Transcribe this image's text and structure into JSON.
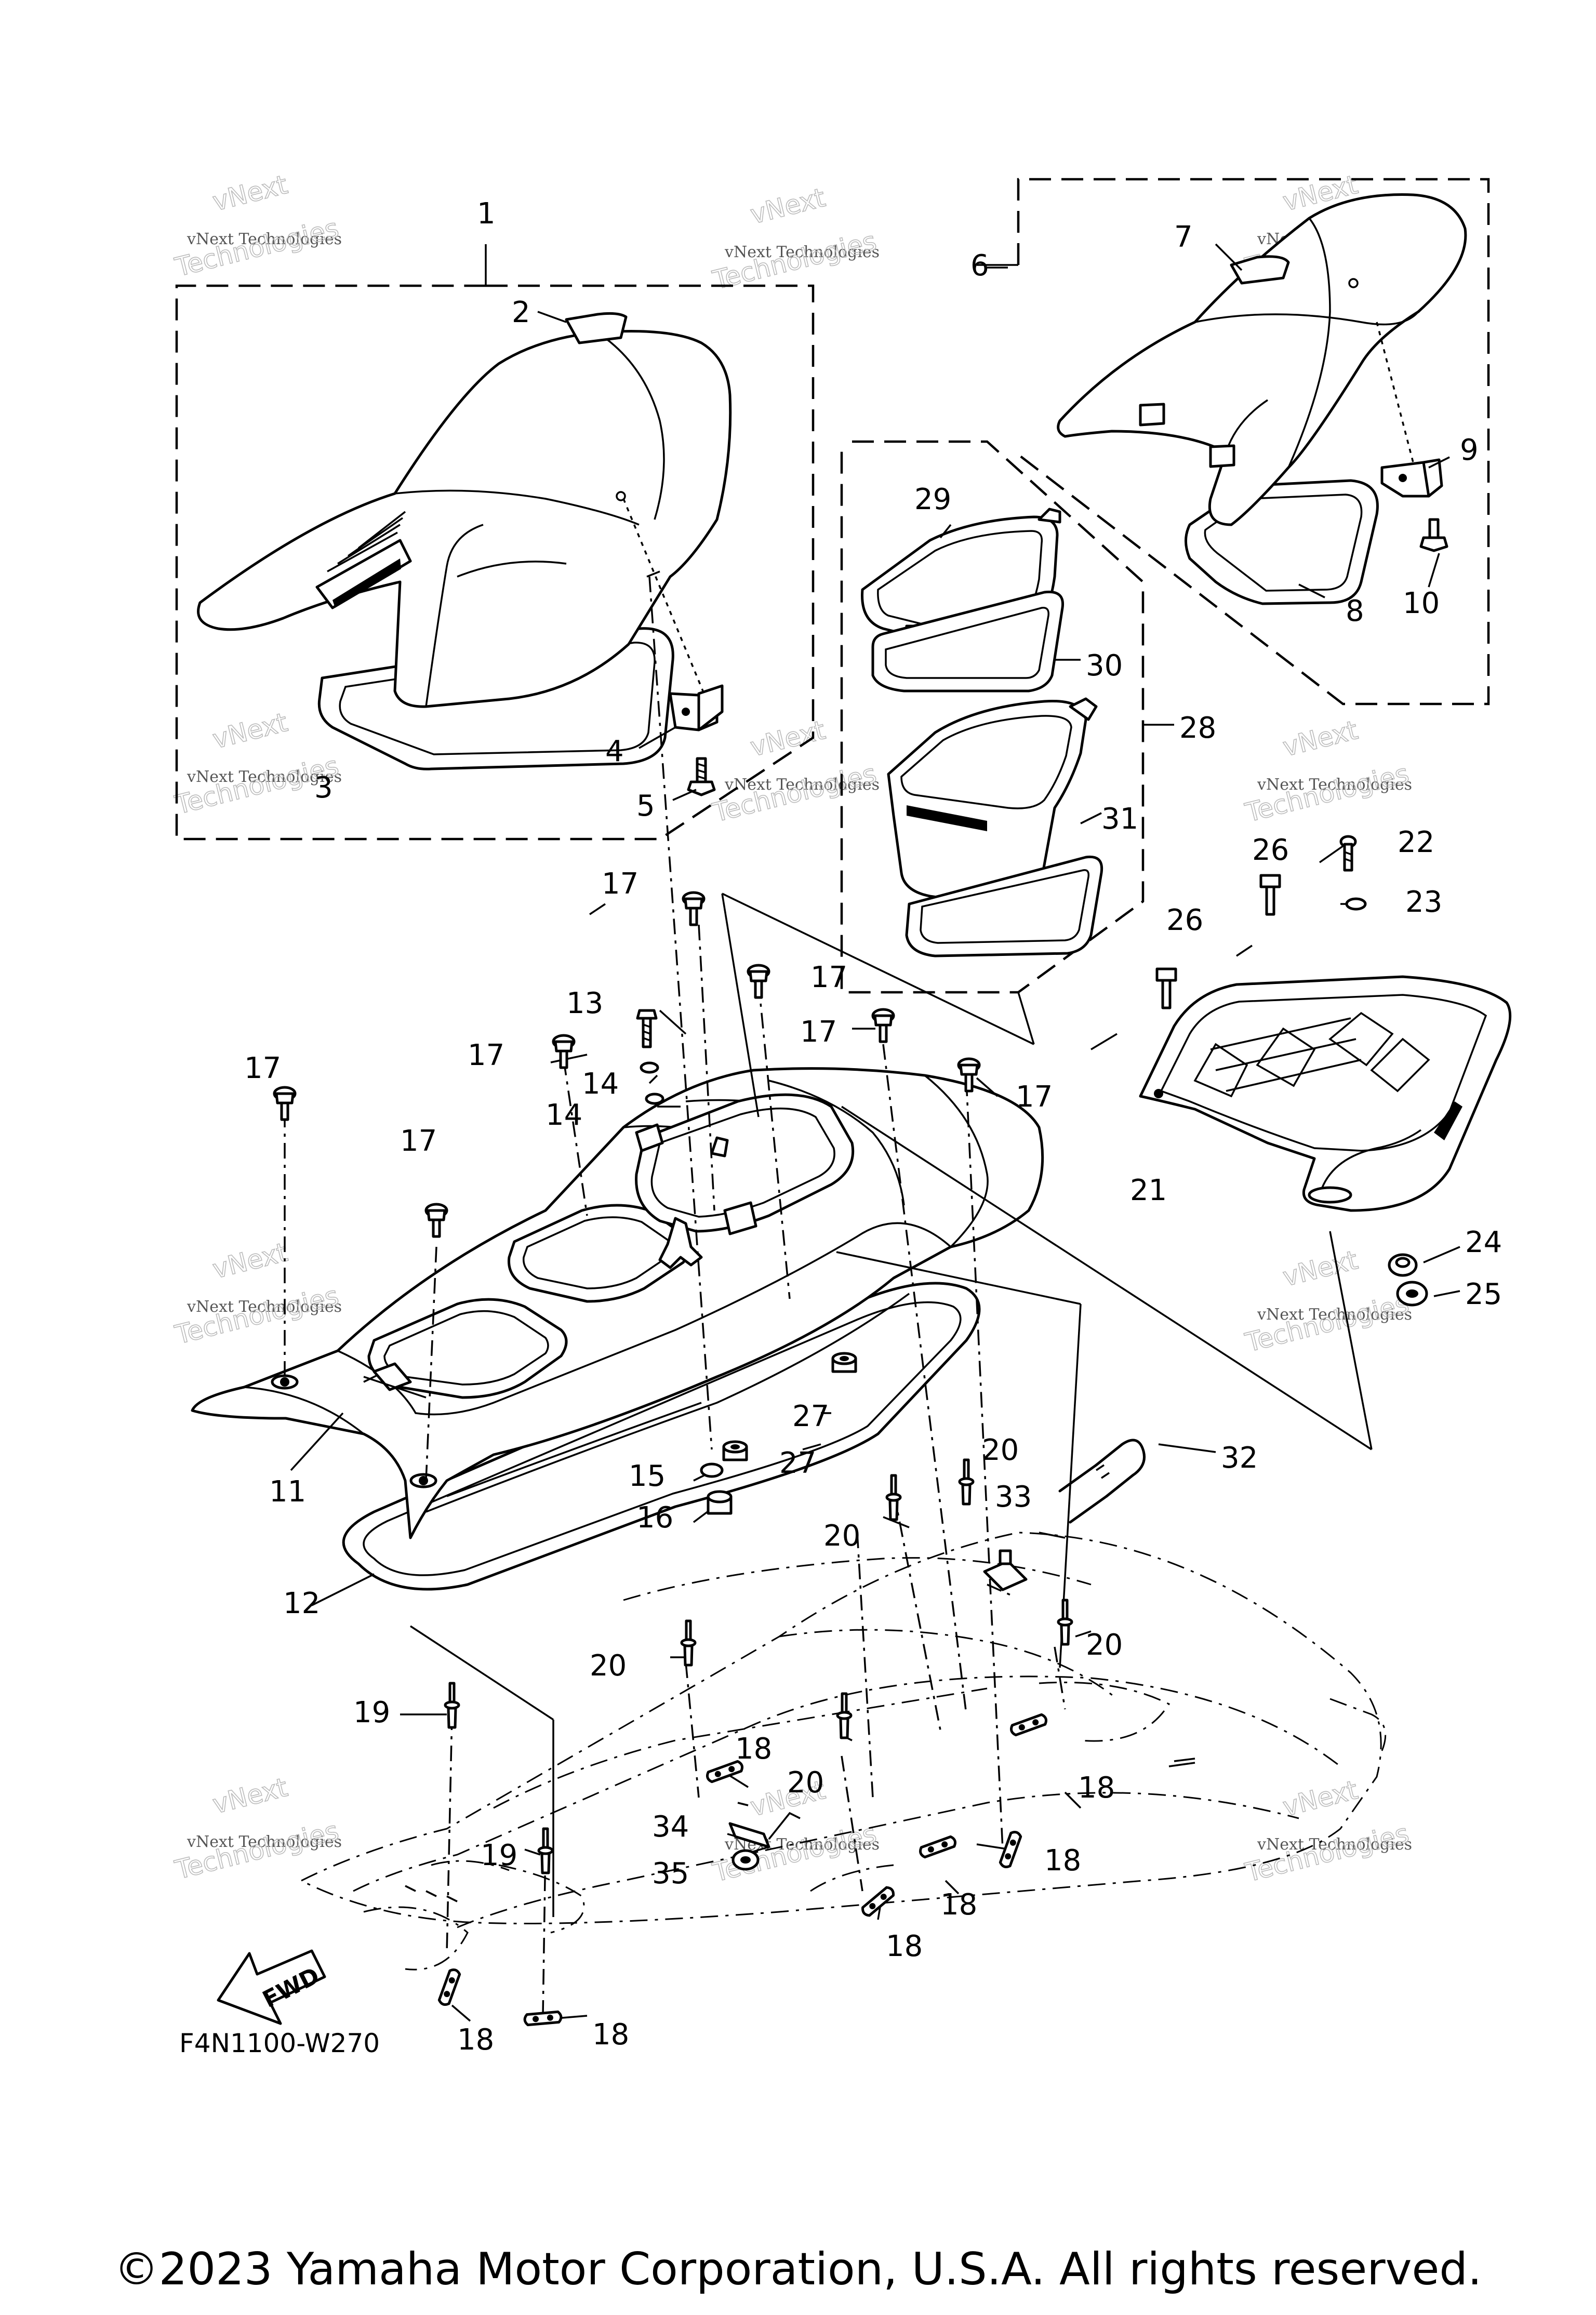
{
  "callouts": {
    "n1": "1",
    "n2": "2",
    "n3": "3",
    "n4": "4",
    "n5": "5",
    "n6": "6",
    "n7": "7",
    "n8": "8",
    "n9": "9",
    "n10": "10",
    "n11": "11",
    "n12": "12",
    "n13": "13",
    "n14": "14",
    "n15": "15",
    "n16": "16",
    "n17": "17",
    "n18": "18",
    "n19": "19",
    "n20": "20",
    "n21": "21",
    "n22": "22",
    "n23": "23",
    "n24": "24",
    "n25": "25",
    "n26": "26",
    "n27": "27",
    "n28": "28",
    "n29": "29",
    "n30": "30",
    "n31": "31",
    "n32": "32",
    "n33": "33",
    "n34": "34",
    "n35": "35"
  },
  "fwd_label": "FWD",
  "figure_code": "F4N1100-W270",
  "watermark": {
    "line1": "vNext",
    "line2": "vNext Technologies",
    "line3": "Technologies"
  },
  "copyright": "©2023 Yamaha Motor Corporation, U.S.A. All rights reserved."
}
